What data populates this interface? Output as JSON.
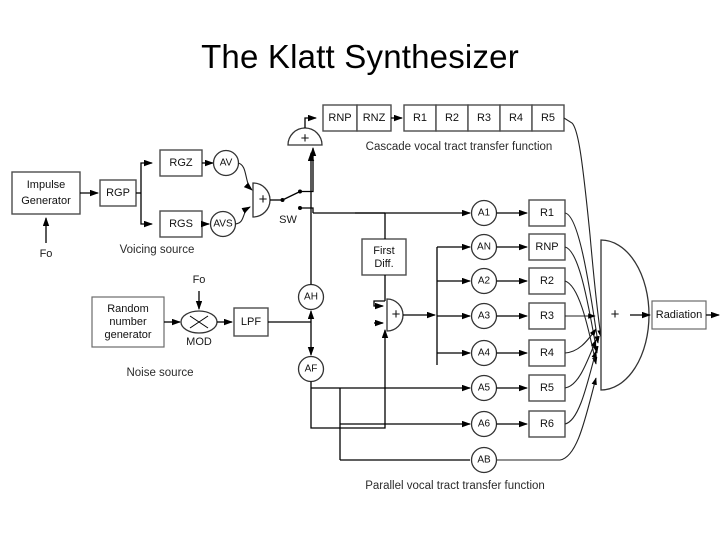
{
  "slide": {
    "title": "The Klatt Synthesizer",
    "background_color": "#ffffff",
    "text_color": "#000000"
  },
  "diagram": {
    "type": "block-diagram",
    "captions": {
      "voicing_source": "Voicing source",
      "noise_source": "Noise source",
      "cascade": "Cascade vocal tract transfer function",
      "parallel": "Parallel vocal tract transfer function"
    },
    "voicing_source": {
      "impulse_generator": "Impulse\nGenerator",
      "impulse_generator_line1": "Impulse",
      "impulse_generator_line2": "Generator",
      "f0_input": "Fo",
      "rgp": "RGP",
      "rgz": "RGZ",
      "rgs": "RGS",
      "av": "AV",
      "avs": "AVS",
      "adder": "+",
      "switch": "SW"
    },
    "noise_source": {
      "random_number_generator_line1": "Random",
      "random_number_generator_line2": "number",
      "random_number_generator_line3": "generator",
      "f0_input": "Fo",
      "mod": "MOD",
      "lpf": "LPF",
      "ah": "AH",
      "af": "AF"
    },
    "cascade": {
      "adder": "+",
      "resonators": [
        "RNP",
        "RNZ",
        "R1",
        "R2",
        "R3",
        "R4",
        "R5"
      ]
    },
    "mid": {
      "first_diff_line1": "First",
      "first_diff_line2": "Diff.",
      "adder": "+"
    },
    "parallel": {
      "rows": [
        {
          "amp": "A1",
          "res": "R1"
        },
        {
          "amp": "AN",
          "res": "RNP"
        },
        {
          "amp": "A2",
          "res": "R2"
        },
        {
          "amp": "A3",
          "res": "R3"
        },
        {
          "amp": "A4",
          "res": "R4"
        },
        {
          "amp": "A5",
          "res": "R5"
        },
        {
          "amp": "A6",
          "res": "R6"
        },
        {
          "amp": "AB",
          "res": ""
        }
      ]
    },
    "output": {
      "summer": "+",
      "radiation": "Radiation"
    }
  }
}
